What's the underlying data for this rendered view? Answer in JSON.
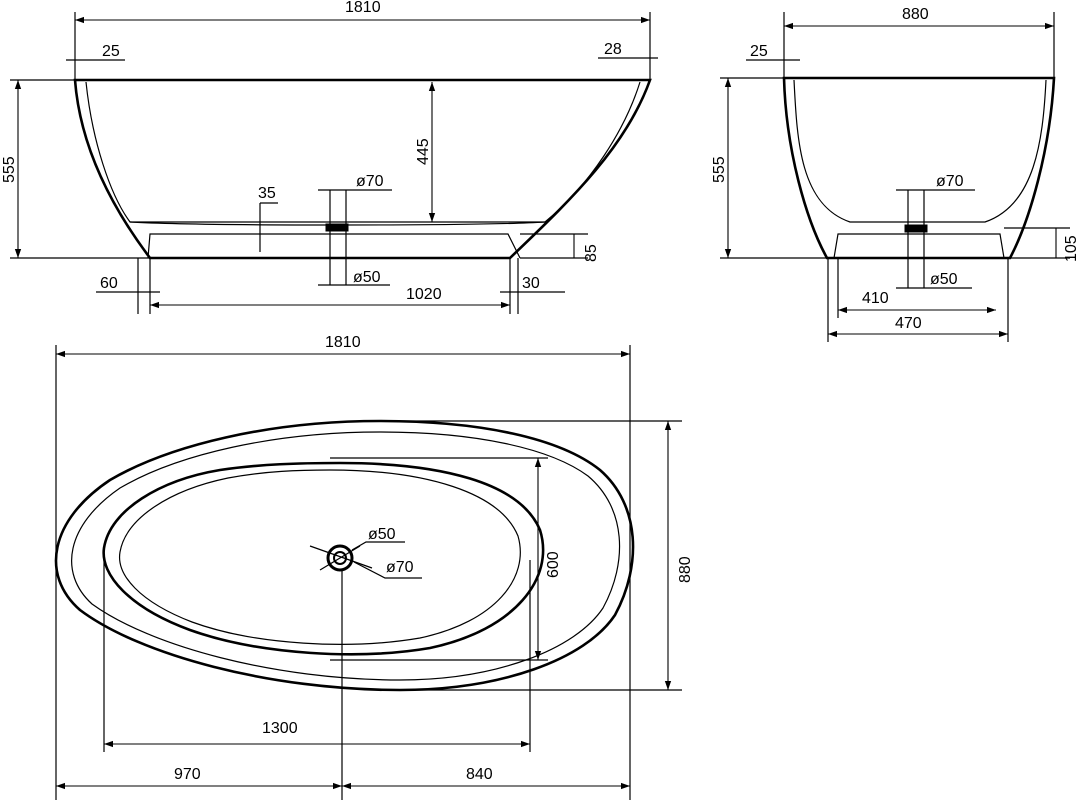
{
  "side_view": {
    "length": "1810",
    "rim_left": "25",
    "rim_right": "28",
    "height": "555",
    "inner_depth": "445",
    "base_step": "35",
    "drain_top": "ø70",
    "drain_bottom": "ø50",
    "plinth_height": "85",
    "offset_left": "60",
    "plinth_length": "1020",
    "offset_right": "30"
  },
  "end_view": {
    "width": "880",
    "rim": "25",
    "height": "555",
    "drain_top": "ø70",
    "drain_bottom": "ø50",
    "plinth_height": "105",
    "inner_base": "410",
    "outer_base": "470"
  },
  "plan_view": {
    "length": "1810",
    "width": "880",
    "inner_width": "600",
    "inner_length": "1300",
    "drain_left": "970",
    "drain_right": "840",
    "drain_inner": "ø50",
    "drain_outer": "ø70"
  },
  "colors": {
    "line": "#000000",
    "background": "#ffffff"
  }
}
